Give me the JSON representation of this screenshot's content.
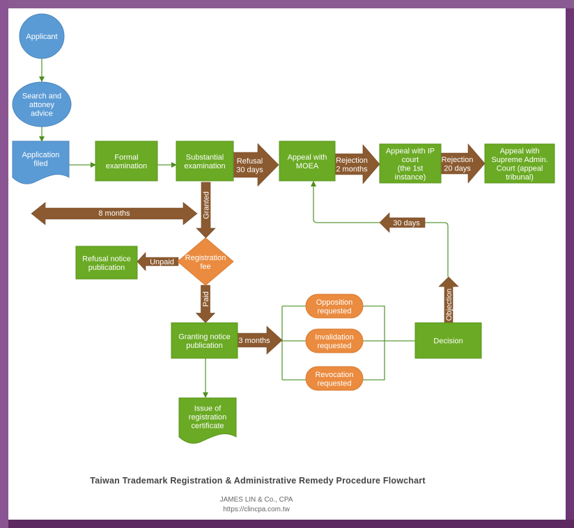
{
  "diagram": {
    "title": "Taiwan Trademark Registration & Administrative Remedy Procedure Flowchart",
    "credit_name": "JAMES LIN & Co., CPA",
    "credit_url": "https://clincpa.com.tw",
    "colors": {
      "frame": "#8a5a92",
      "start_node": "#5b9bd5",
      "process_node": "#6aaa24",
      "decision_node": "#ea8b3f",
      "arrow_brown": "#8b5a30",
      "connector": "#5a9a3a"
    },
    "nodes": {
      "applicant": [
        "Applicant"
      ],
      "search": [
        "Search and",
        "attoney",
        "advice"
      ],
      "application_filed": [
        "Application",
        "filed"
      ],
      "formal_exam": [
        "Formal",
        "examination"
      ],
      "substantial_exam": [
        "Substantial",
        "examination"
      ],
      "appeal_moea": [
        "Appeal with",
        "MOEA"
      ],
      "appeal_ip_court": [
        "Appeal with IP",
        "court",
        "(the 1st",
        "instance)"
      ],
      "appeal_supreme": [
        "Appeal with",
        "Supreme Admin.",
        "Court (appeal",
        "tribunal)"
      ],
      "refusal_notice": [
        "Refusal notice",
        "publication"
      ],
      "registration_fee": [
        "Registration",
        "fee"
      ],
      "granting_notice": [
        "Granting notice",
        "publication"
      ],
      "issue_certificate": [
        "Issue of",
        "registration",
        "certificate"
      ],
      "opposition": [
        "Opposition",
        "requested"
      ],
      "invalidation": [
        "Invalidation",
        "requested"
      ],
      "revocation": [
        "Revocation",
        "requested"
      ],
      "decision": [
        "Decision"
      ]
    },
    "arrows": {
      "refusal": [
        "Refusal",
        "30 days"
      ],
      "rejection_2m": [
        "Rejection",
        "2 months"
      ],
      "rejection_20d": [
        "Rejection",
        "20 days"
      ],
      "eight_months": [
        "8 months"
      ],
      "granted": [
        "Granted"
      ],
      "unpaid": [
        "Unpaid"
      ],
      "paid": [
        "Paid"
      ],
      "three_months": [
        "3 months"
      ],
      "thirty_days": [
        "30 days"
      ],
      "objection": [
        "Objection"
      ]
    }
  }
}
